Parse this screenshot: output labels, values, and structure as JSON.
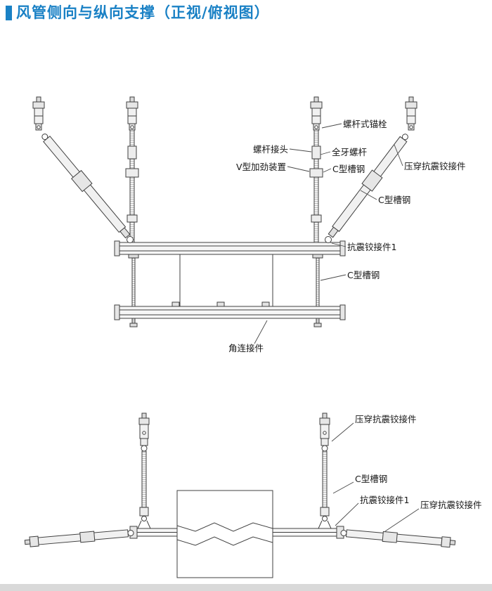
{
  "colors": {
    "accent": "#1a81c5",
    "line": "#404040",
    "footer_bar": "#d9d9d9",
    "background": "#ffffff"
  },
  "header": {
    "title": "风管侧向与纵向支撑（正视/俯视图）"
  },
  "front_view": {
    "labels": [
      {
        "id": "anchor-bolt",
        "text": "螺杆式锚栓"
      },
      {
        "id": "rod-coupler",
        "text": "螺杆接头"
      },
      {
        "id": "full-thread-rod",
        "text": "全牙螺杆"
      },
      {
        "id": "v-stiffener",
        "text": "V型加劲装置"
      },
      {
        "id": "c-channel-a",
        "text": "C型槽钢"
      },
      {
        "id": "punch-seismic-hinge",
        "text": "压穿抗震铰接件"
      },
      {
        "id": "c-channel-b",
        "text": "C型槽钢"
      },
      {
        "id": "seismic-hinge-1",
        "text": "抗震铰接件1"
      },
      {
        "id": "c-channel-c",
        "text": "C型槽钢"
      },
      {
        "id": "angle-connector",
        "text": "角连接件"
      }
    ]
  },
  "top_view": {
    "labels": [
      {
        "id": "punch-seismic-hinge-a",
        "text": "压穿抗震铰接件"
      },
      {
        "id": "c-channel",
        "text": "C型槽钢"
      },
      {
        "id": "seismic-hinge-1",
        "text": "抗震铰接件1"
      },
      {
        "id": "punch-seismic-hinge-b",
        "text": "压穿抗震铰接件"
      }
    ]
  }
}
